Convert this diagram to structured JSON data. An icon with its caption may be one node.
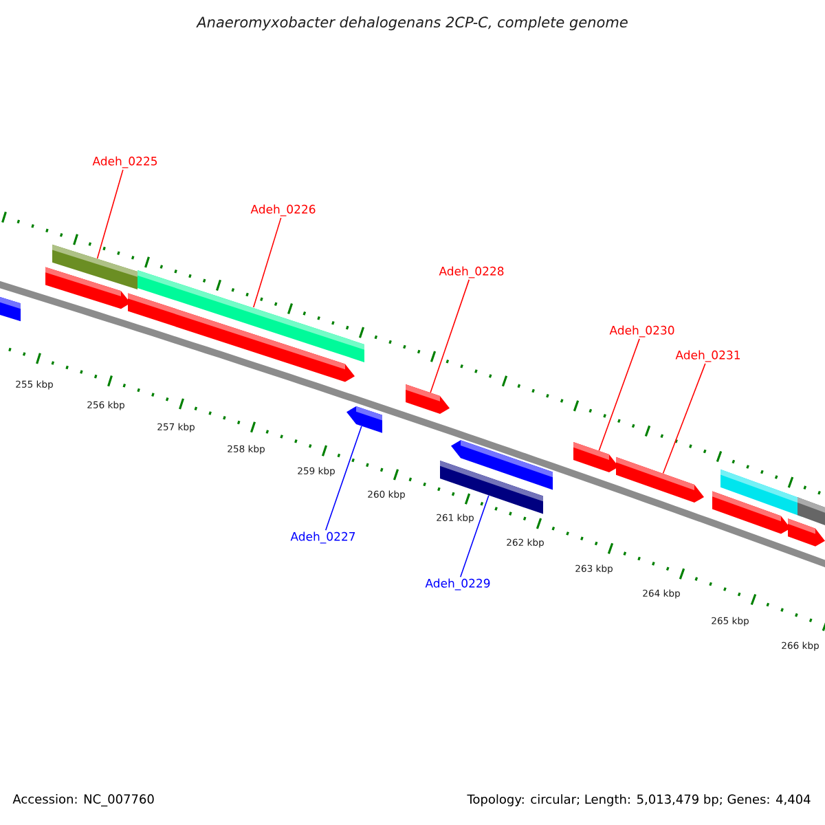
{
  "diagram": {
    "title": "Anaeromyxobacter dehalogenans 2CP-C, complete genome",
    "nodes": [
      {
        "text": [
          "Adeh_0225"
        ]
      },
      {
        "text": [
          "Adeh_0226"
        ]
      },
      {
        "text": [
          "Adeh_0228"
        ]
      },
      {
        "text": [
          "Adeh_0230"
        ]
      },
      {
        "text": [
          "Adeh_0231"
        ]
      },
      {
        "text": [
          "Adeh_0227"
        ]
      },
      {
        "text": [
          "Adeh_0229"
        ]
      },
      {
        "text": [],
        "shape": "pentagon"
      },
      {
        "text": [],
        "shape": "pentagon"
      },
      {
        "text": [],
        "shape": "bar"
      },
      {
        "text": [],
        "shape": "pentagon"
      },
      {
        "text": [],
        "shape": "bar"
      },
      {
        "text": [],
        "shape": "pentagon"
      },
      {
        "text": [],
        "shape": "pentagon"
      },
      {
        "text": [],
        "shape": "bar"
      },
      {
        "text": [],
        "shape": "pentagon"
      },
      {
        "text": [],
        "shape": "pentagon"
      },
      {
        "text": [],
        "shape": "pentagon"
      },
      {
        "text": [],
        "shape": "pentagon"
      },
      {
        "text": [],
        "shape": "bar"
      },
      {
        "text": [],
        "shape": "pentagon"
      },
      {
        "text": [],
        "shape": "bar"
      }
    ],
    "edges": [
      {
        "from": 0,
        "to": 9,
        "arrow": "none"
      },
      {
        "from": 1,
        "to": 11,
        "arrow": "none"
      },
      {
        "from": 2,
        "to": 13,
        "arrow": "none"
      },
      {
        "from": 3,
        "to": 16,
        "arrow": "none"
      },
      {
        "from": 4,
        "to": 17,
        "arrow": "none"
      },
      {
        "from": 5,
        "to": 12,
        "arrow": "none",
        "color": "#0000ff"
      },
      {
        "from": 6,
        "to": 14,
        "arrow": "none",
        "color": "#0000ff"
      }
    ],
    "labels": [
      "255 kbp",
      "256 kbp",
      "257 kbp",
      "258 kbp",
      "259 kbp",
      "260 kbp",
      "261 kbp",
      "262 kbp",
      "263 kbp",
      "264 kbp",
      "265 kbp",
      "266 kbp",
      "Accession: NC_007760",
      "Topology: circular; Length: 5,013,479 bp; Genes: 4,404"
    ]
  }
}
